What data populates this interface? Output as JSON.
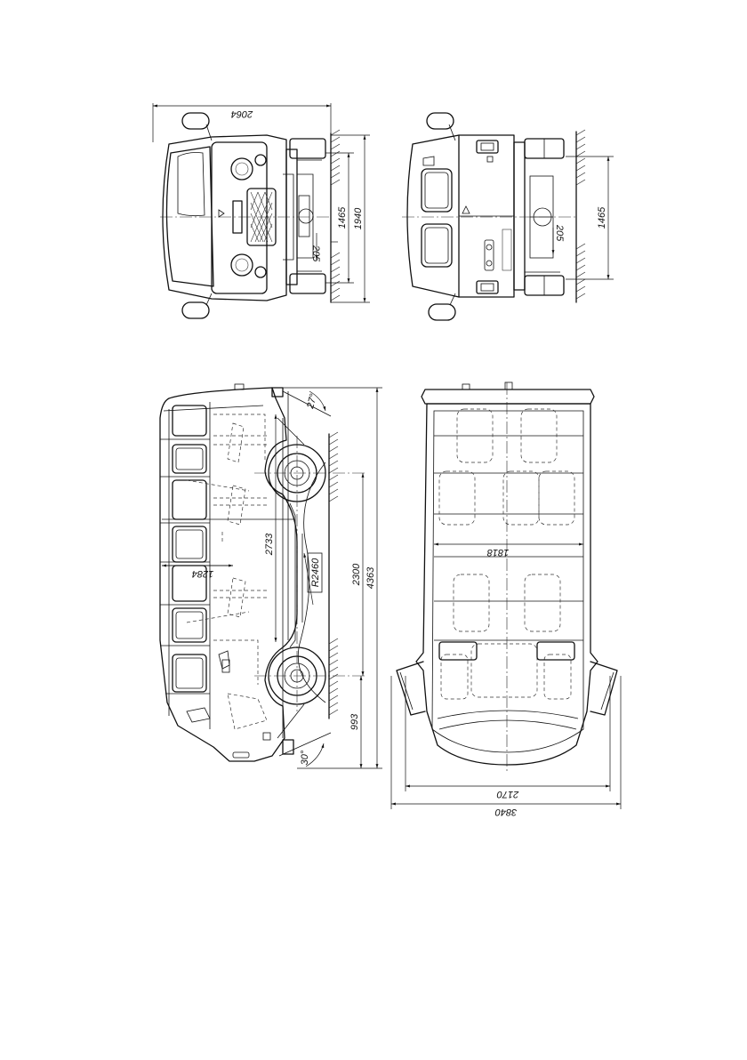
{
  "drawing": {
    "views": [
      "front-view",
      "rear-view",
      "side-view",
      "top-view"
    ],
    "dimensions": {
      "front_overall_width": "2064",
      "front_track": "1465",
      "front_overall_height": "1940",
      "front_ground_clearance": "205",
      "rear_track": "1465",
      "rear_ground_clearance": "205",
      "side_interior_length": "2733",
      "side_seat_dimension": "1284",
      "side_turning_radius": "R2460",
      "side_wheelbase": "2300",
      "side_overall_length": "4363",
      "side_front_overhang": "993",
      "side_rear_angle": "27°",
      "side_front_angle": "30°",
      "top_interior_width": "1818",
      "top_track_width": "2170",
      "top_overall_width_doors": "3840"
    }
  }
}
